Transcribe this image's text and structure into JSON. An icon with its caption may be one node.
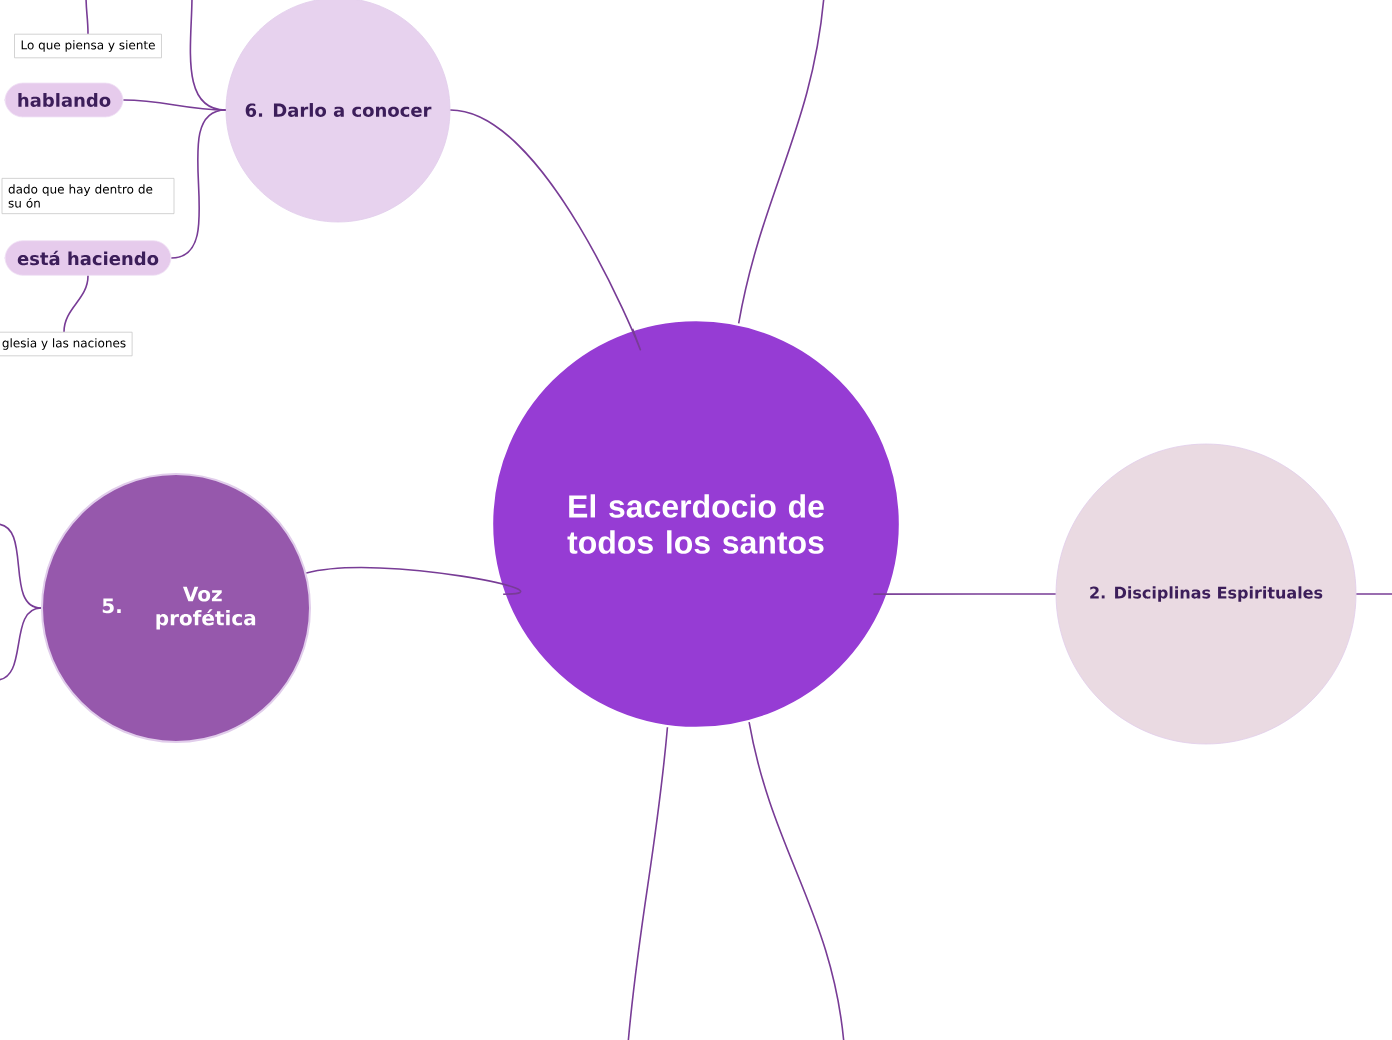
{
  "diagram": {
    "nodes": [
      {
        "text": [
          "El sacerdocio de todos los santos"
        ]
      },
      {
        "text": [
          "6. Darlo a conocer"
        ]
      },
      {
        "text": [
          "2. Disciplinas Espirituales"
        ]
      },
      {
        "text": [
          "5.",
          "Voz profética"
        ]
      },
      {
        "text": [
          "Lo que piensa y siente"
        ]
      },
      {
        "text": [
          "hablando"
        ]
      },
      {
        "text": [
          "dado que hay dentro de su ón"
        ]
      },
      {
        "text": [
          "está haciendo"
        ]
      },
      {
        "text": [
          "glesia y las naciones"
        ]
      }
    ],
    "edges": [
      {
        "from": 0,
        "to": 1,
        "arrow": "none"
      },
      {
        "from": 0,
        "to": 2,
        "arrow": "none"
      },
      {
        "from": 0,
        "to": 3,
        "arrow": "none"
      },
      {
        "from": 0,
        "to": null,
        "arrow": "none"
      },
      {
        "from": 0,
        "to": null,
        "arrow": "none"
      },
      {
        "from": 0,
        "to": null,
        "arrow": "none"
      },
      {
        "from": 2,
        "to": null,
        "arrow": "none"
      },
      {
        "from": 1,
        "to": 5,
        "arrow": "none"
      },
      {
        "from": 1,
        "to": 7,
        "arrow": "none"
      },
      {
        "from": 1,
        "to": null,
        "arrow": "none"
      },
      {
        "from": 4,
        "to": null,
        "arrow": "none"
      },
      {
        "from": 7,
        "to": 8,
        "arrow": "none"
      },
      {
        "from": 3,
        "to": null,
        "arrow": "none"
      },
      {
        "from": 3,
        "to": null,
        "arrow": "none"
      }
    ]
  }
}
